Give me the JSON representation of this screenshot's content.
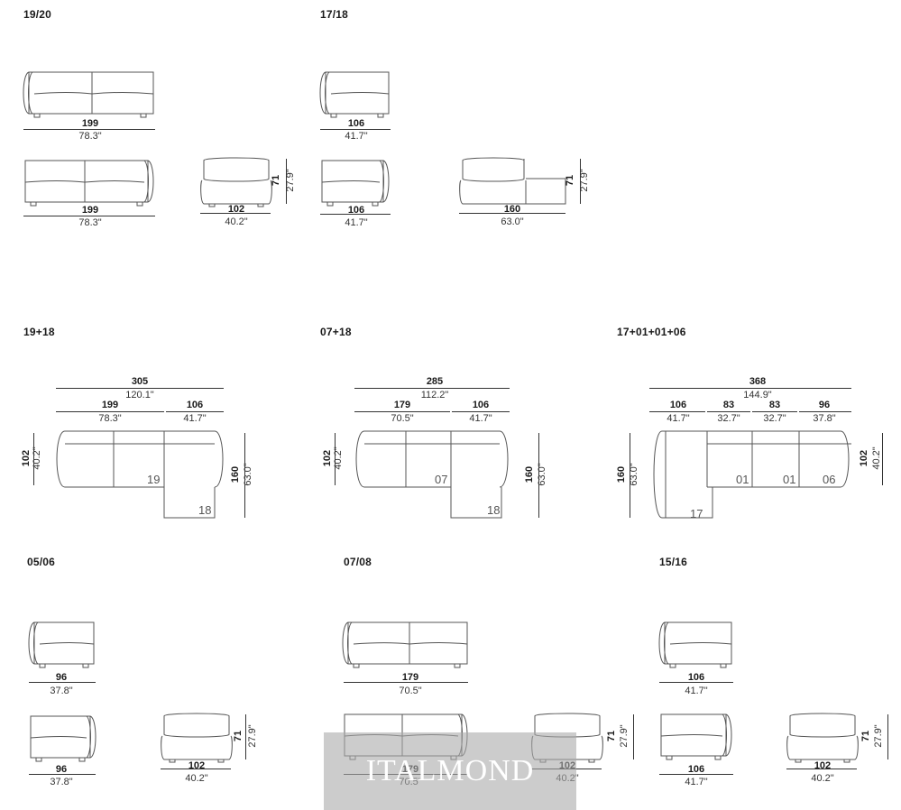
{
  "sections": {
    "s1920": {
      "title": "19/20"
    },
    "s1718": {
      "title": "17/18"
    },
    "s1918": {
      "title": "19+18"
    },
    "s0718": {
      "title": "07+18"
    },
    "s1701": {
      "title": "17+01+01+06"
    },
    "s0506": {
      "title": "05/06"
    },
    "s0708": {
      "title": "07/08"
    },
    "s1516": {
      "title": "15/16"
    }
  },
  "dims": {
    "d199": {
      "cm": "199",
      "in": "78.3\""
    },
    "d106": {
      "cm": "106",
      "in": "41.7\""
    },
    "d102": {
      "cm": "102",
      "in": "40.2\""
    },
    "d71": {
      "cm": "71",
      "in": "27.9\""
    },
    "d160": {
      "cm": "160",
      "in": "63.0\""
    },
    "d305": {
      "cm": "305",
      "in": "120.1\""
    },
    "d285": {
      "cm": "285",
      "in": "112.2\""
    },
    "d179": {
      "cm": "179",
      "in": "70.5\""
    },
    "d368": {
      "cm": "368",
      "in": "144.9\""
    },
    "d83": {
      "cm": "83",
      "in": "32.7\""
    },
    "d96": {
      "cm": "96",
      "in": "37.8\""
    }
  },
  "modules": {
    "m19": "19",
    "m18": "18",
    "m07": "07",
    "m17": "17",
    "m01": "01",
    "m06": "06"
  },
  "watermark": "ITALMOND"
}
